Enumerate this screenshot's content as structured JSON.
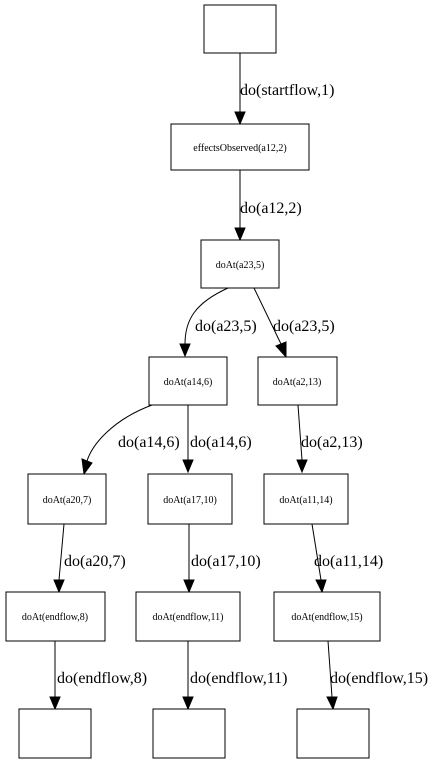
{
  "nodes": {
    "start": "",
    "n_effects": "effectsObserved(a12,2)",
    "n_a23": "doAt(a23,5)",
    "n_a14": "doAt(a14,6)",
    "n_a2": "doAt(a2,13)",
    "n_a20": "doAt(a20,7)",
    "n_a17": "doAt(a17,10)",
    "n_a11": "doAt(a11,14)",
    "n_end8": "doAt(endflow,8)",
    "n_end11": "doAt(endflow,11)",
    "n_end15": "doAt(endflow,15)",
    "sink1": "",
    "sink2": "",
    "sink3": ""
  },
  "edges": {
    "e_start": "do(startflow,1)",
    "e_a12": "do(a12,2)",
    "e_a23_left": "do(a23,5)",
    "e_a23_right": "do(a23,5)",
    "e_a14_left": "do(a14,6)",
    "e_a14_right": "do(a14,6)",
    "e_a2": "do(a2,13)",
    "e_a20": "do(a20,7)",
    "e_a17": "do(a17,10)",
    "e_a11": "do(a11,14)",
    "e_end8": "do(endflow,8)",
    "e_end11": "do(endflow,11)",
    "e_end15": "do(endflow,15)"
  }
}
